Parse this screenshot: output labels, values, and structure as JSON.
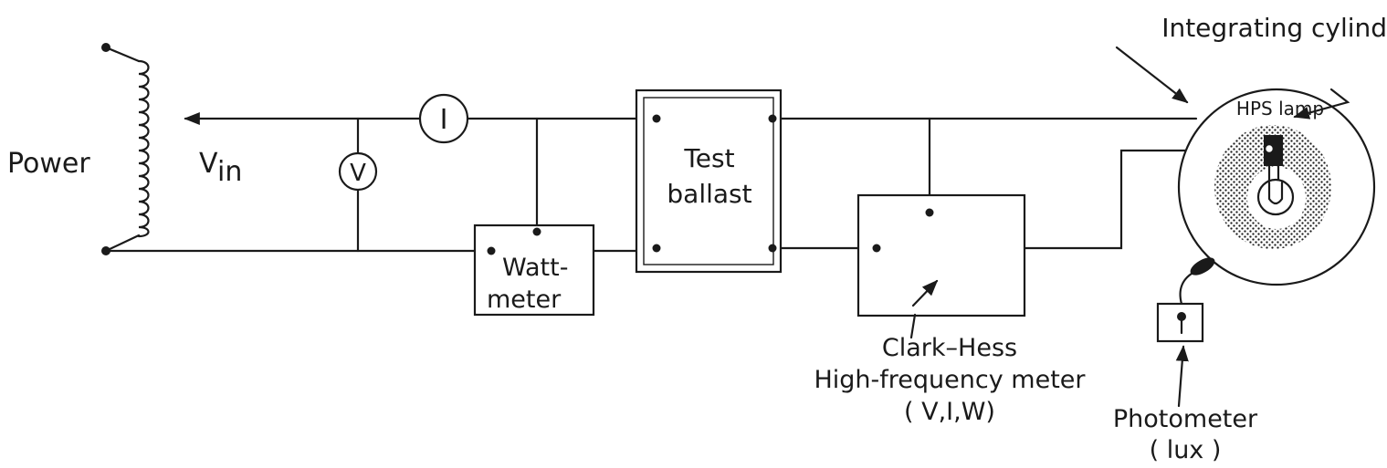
{
  "labels": {
    "power": "Power",
    "vin_main": "V",
    "vin_sub": "in",
    "voltmeter": "V",
    "ammeter": "I",
    "wattmeter_line1": "Watt-",
    "wattmeter_line2": "meter",
    "test_ballast_line1": "Test",
    "test_ballast_line2": "ballast",
    "clark_hess_line1": "Clark–Hess",
    "clark_hess_line2": "High-frequency meter",
    "clark_hess_line3": "( V,I,W)",
    "integrating_cylinder": "Integrating cylinder",
    "hps_lamp": "HPS lamp",
    "photometer_line1": "Photometer",
    "photometer_line2": "( lux )"
  },
  "colors": {
    "ink": "#1a1a1a",
    "paper": "#ffffff"
  }
}
